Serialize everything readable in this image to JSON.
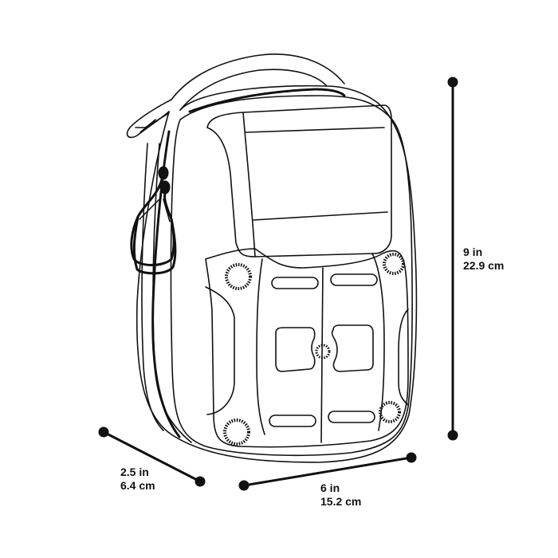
{
  "colors": {
    "line": "#111111",
    "background": "#ffffff"
  },
  "product": {
    "description": "pouch line drawing",
    "parts": [
      "body-outline",
      "carry-handle",
      "zipper-track",
      "zipper-pulls",
      "front-window-panel",
      "molle-front-panel",
      "velcro-loops",
      "grommets"
    ]
  },
  "dimensions": {
    "height": {
      "imperial": "9 in",
      "metric": "22.9 cm"
    },
    "width": {
      "imperial": "6 in",
      "metric": "15.2 cm"
    },
    "depth": {
      "imperial": "2.5 in",
      "metric": "6.4 cm"
    }
  }
}
